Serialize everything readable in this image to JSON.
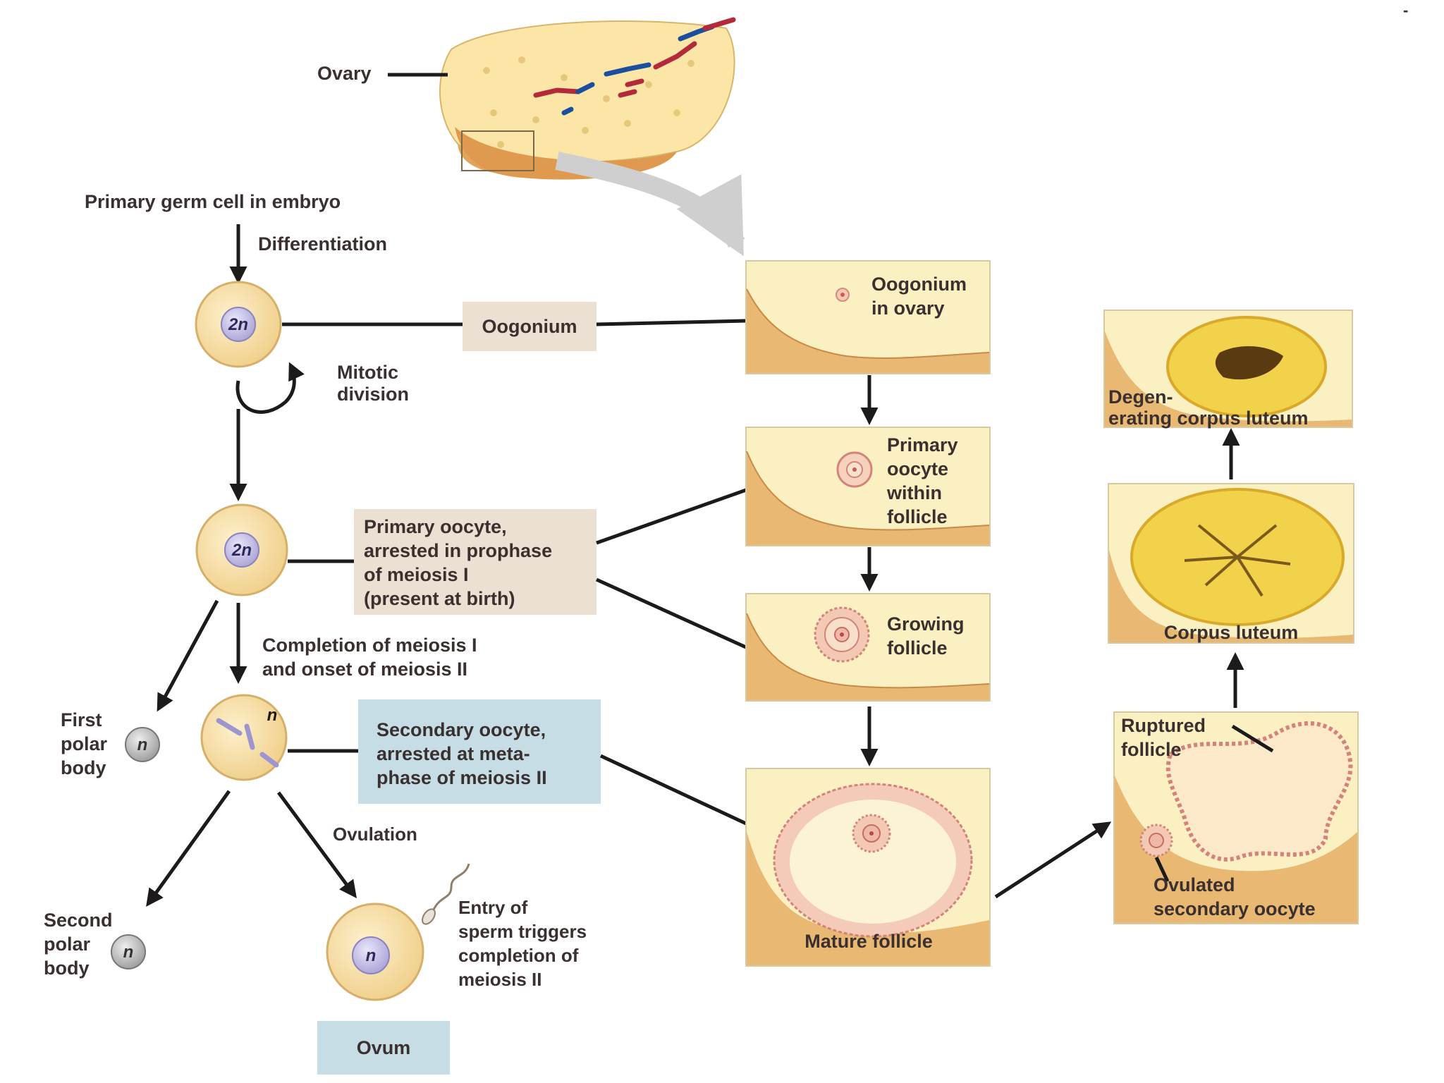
{
  "labels": {
    "ovary": "Ovary",
    "primary_germ_cell": "Primary germ cell in embryo",
    "differentiation": "Differentiation",
    "oogonium": "Oogonium",
    "mitotic_division": [
      "Mitotic",
      "division"
    ],
    "primary_oocyte": [
      "Primary oocyte,",
      "arrested in prophase",
      "of meiosis I",
      "(present at birth)"
    ],
    "completion_meiosis": [
      "Completion of meiosis I",
      "and onset of meiosis II"
    ],
    "first_polar_body": [
      "First",
      "polar",
      "body"
    ],
    "secondary_oocyte": [
      "Secondary oocyte,",
      "arrested at meta-",
      "phase of meiosis II"
    ],
    "ovulation": "Ovulation",
    "second_polar_body": [
      "Second",
      "polar",
      "body"
    ],
    "sperm_entry": [
      "Entry of",
      "sperm triggers",
      "completion of",
      "meiosis II"
    ],
    "ovum": "Ovum"
  },
  "ploidy": {
    "diploid": "2n",
    "haploid": "n"
  },
  "panels": {
    "oogonium_in_ovary": [
      "Oogonium",
      "in ovary"
    ],
    "primary_oocyte_follicle": [
      "Primary",
      "oocyte",
      "within",
      "follicle"
    ],
    "growing_follicle": [
      "Growing",
      "follicle"
    ],
    "mature_follicle": "Mature follicle",
    "ruptured_follicle": [
      "Ruptured",
      "follicle"
    ],
    "ovulated_oocyte": [
      "Ovulated",
      "secondary oocyte"
    ],
    "corpus_luteum": "Corpus luteum",
    "degenerating_corpus_luteum": [
      "Degen-",
      "erating corpus luteum"
    ]
  },
  "corner_mark": "-",
  "colors": {
    "tan_box": "#ece0d2",
    "blue_box": "#c6dde6",
    "cell_fill": "#f6dfa8",
    "nucleus_fill": "#cdc6ea",
    "panel_bg": "#fbf0c2",
    "tissue": "#e9b873",
    "corpus_luteum": "#f2d24a"
  }
}
